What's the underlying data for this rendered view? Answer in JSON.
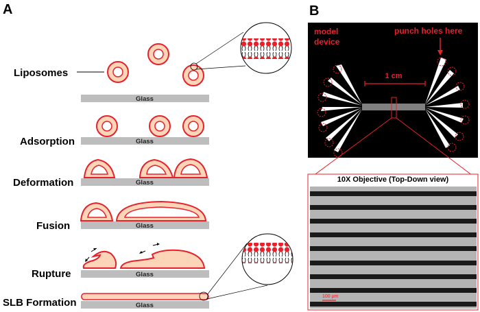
{
  "panel_a": {
    "letter": "A",
    "glass_label": "Glass",
    "stages": [
      {
        "label": "Liposomes"
      },
      {
        "label": "Adsorption"
      },
      {
        "label": "Deformation"
      },
      {
        "label": "Fusion"
      },
      {
        "label": "Rupture"
      },
      {
        "label": "SLB Formation"
      }
    ]
  },
  "panel_b": {
    "letter": "B",
    "model_device_line1": "model",
    "model_device_line2": "device",
    "punch_holes": "punch holes here",
    "scale_bar": "1 cm",
    "objective_title": "10X Objective (Top-Down view)",
    "micro_scale": "100 µm"
  },
  "colors": {
    "vesicle_fill": "#fcd5b8",
    "vesicle_stroke": "#e8202a",
    "glass": "#bdbdbd",
    "device_bg": "#000000",
    "accent_red": "#e8202a"
  }
}
